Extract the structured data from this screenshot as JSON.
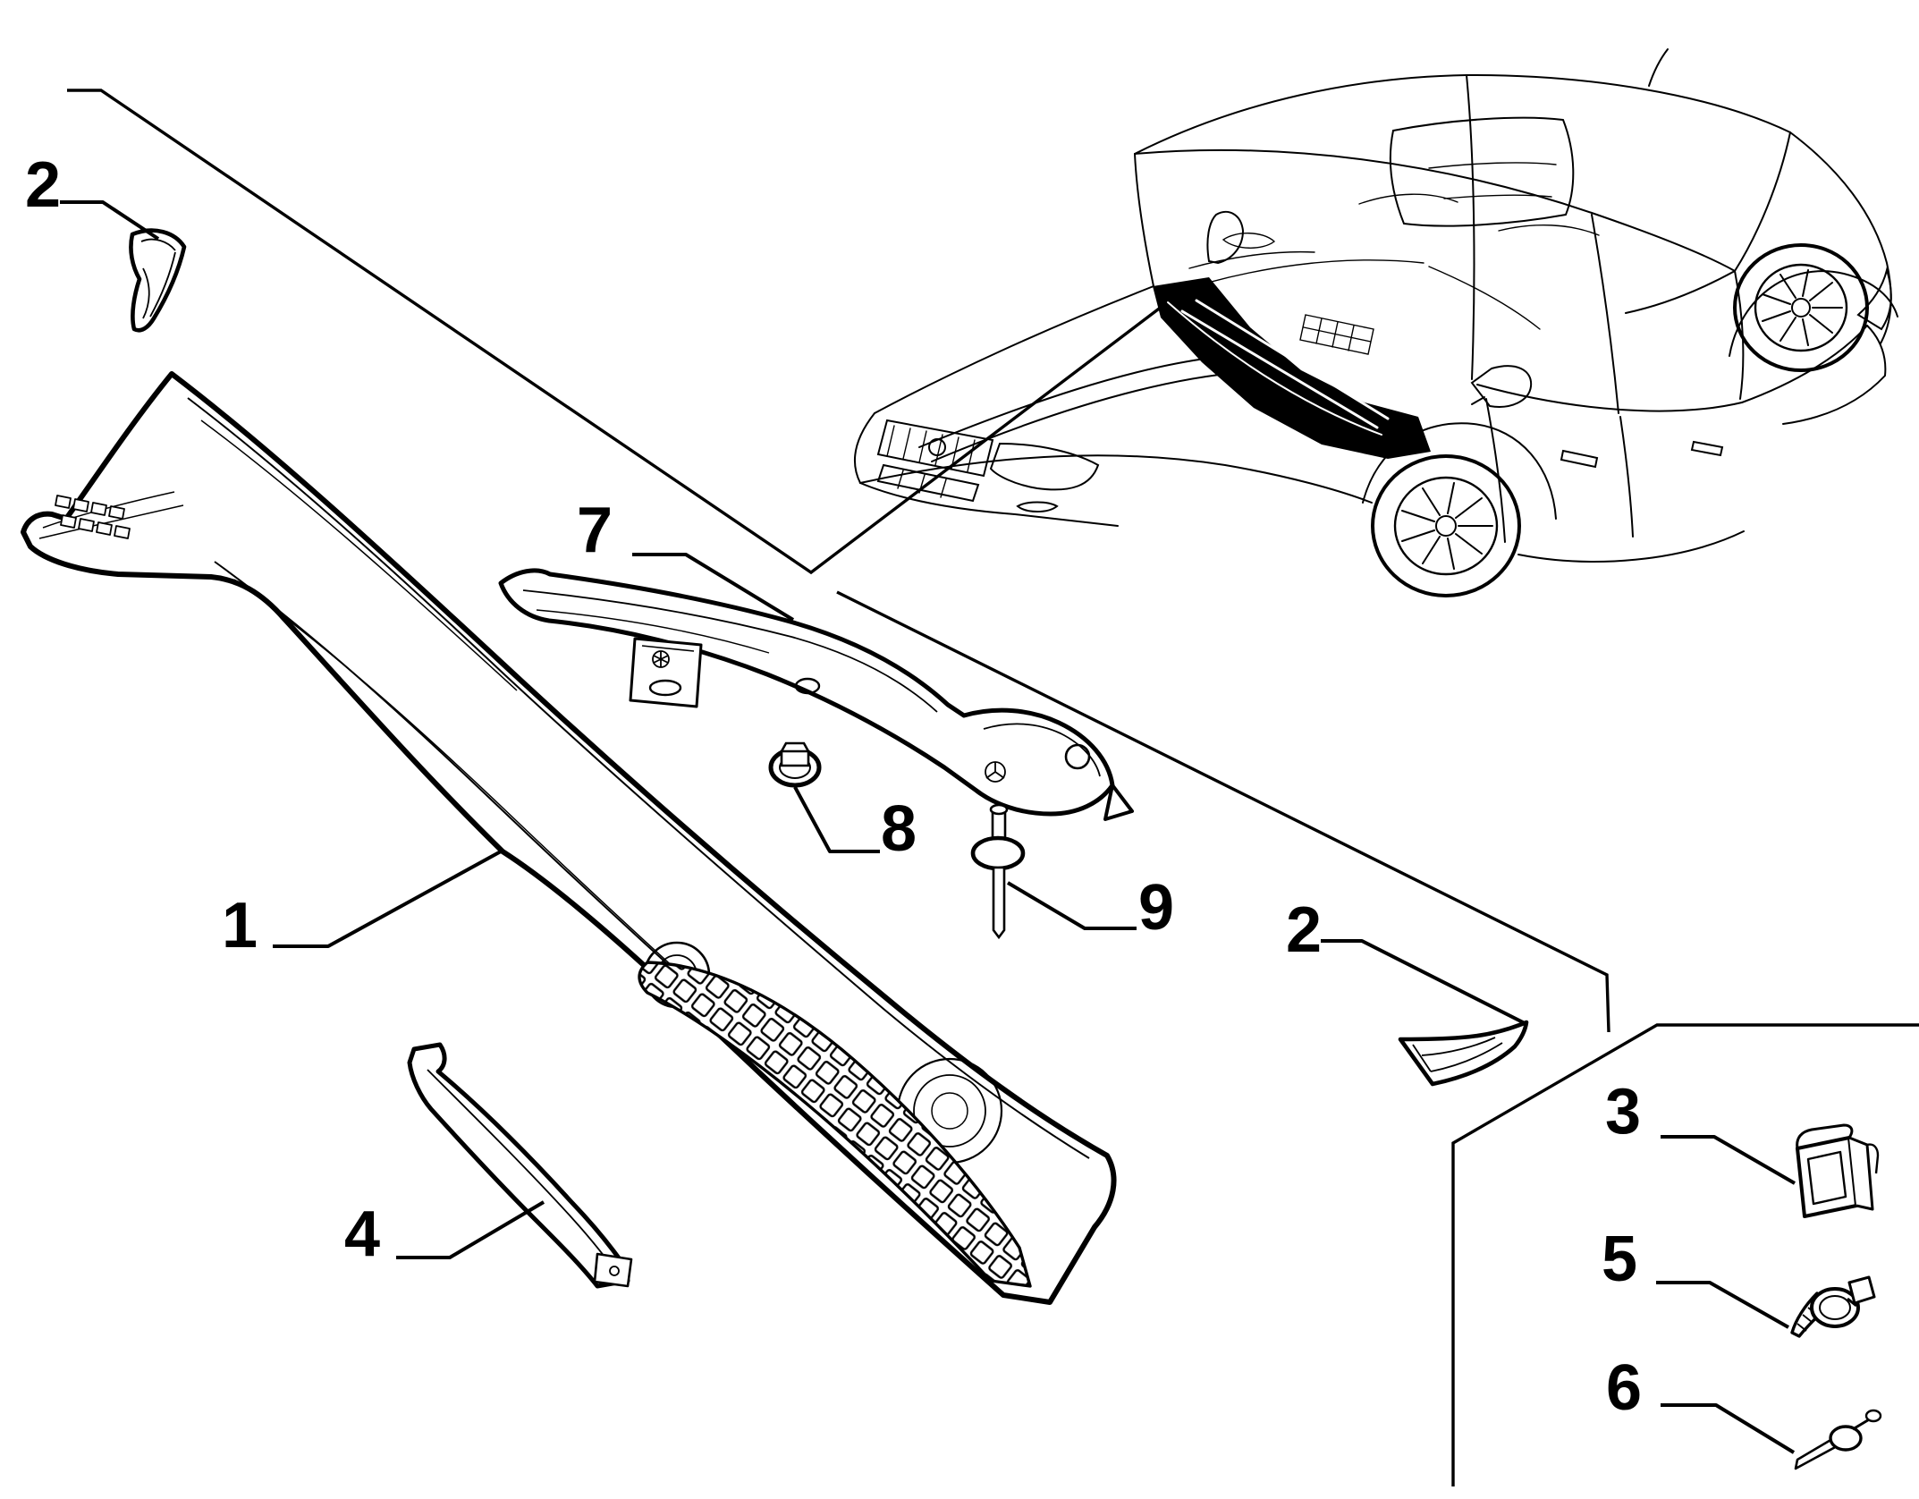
{
  "document": {
    "kind": "exploded-parts-diagram",
    "subject": "windscreen-cowl-and-scuttle-panel"
  },
  "colors": {
    "background": "#ffffff",
    "line": "#000000",
    "highlight_patch": "#000000"
  },
  "callouts": {
    "c1": {
      "label": "1"
    },
    "c2a": {
      "label": "2"
    },
    "c2b": {
      "label": "2"
    },
    "c3": {
      "label": "3"
    },
    "c4": {
      "label": "4"
    },
    "c5": {
      "label": "5"
    },
    "c6": {
      "label": "6"
    },
    "c7": {
      "label": "7"
    },
    "c8": {
      "label": "8"
    },
    "c9": {
      "label": "9"
    }
  }
}
